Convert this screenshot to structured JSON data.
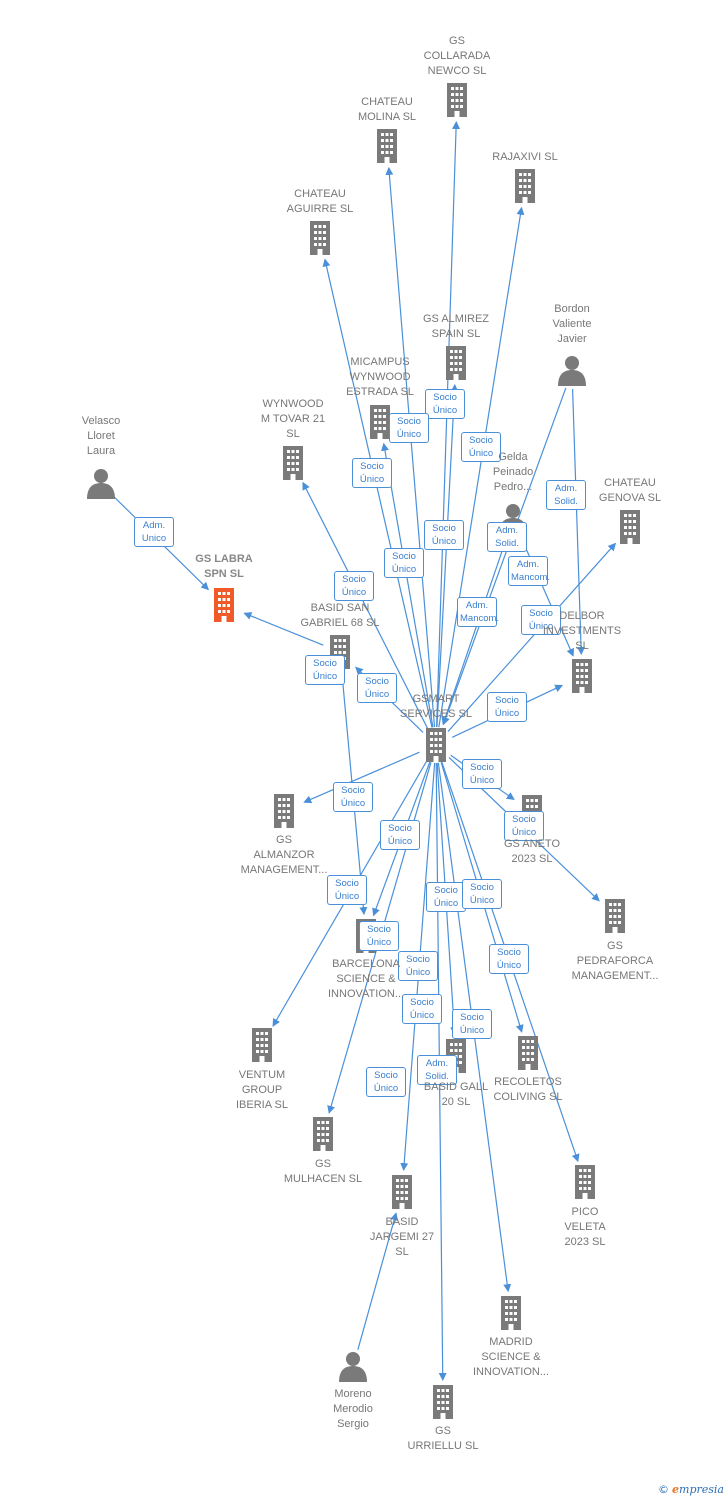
{
  "colors": {
    "edge": "#4a90d9",
    "node": "#7a7a7a",
    "focus": "#f05a28",
    "text": "#777777"
  },
  "nodes": [
    {
      "id": "collarada",
      "label": "GS\nCOLLARADA\nNEWCO  SL",
      "kind": "company"
    },
    {
      "id": "molina",
      "label": "CHATEAU\nMOLINA  SL",
      "kind": "company"
    },
    {
      "id": "rajaxivi",
      "label": "RAJAXIVI  SL",
      "kind": "company"
    },
    {
      "id": "aguirre",
      "label": "CHATEAU\nAGUIRRE  SL",
      "kind": "company"
    },
    {
      "id": "almirez",
      "label": "GS ALMIREZ\nSPAIN  SL",
      "kind": "company"
    },
    {
      "id": "bordon",
      "label": "Bordon\nValiente\nJavier",
      "kind": "person"
    },
    {
      "id": "micampus",
      "label": "MICAMPUS\nWYNWOOD\nESTRADA  SL",
      "kind": "company"
    },
    {
      "id": "wynwood",
      "label": "WYNWOOD\nM TOVAR 21\nSL",
      "kind": "company"
    },
    {
      "id": "velasco",
      "label": "Velasco\nLloret\nLaura",
      "kind": "person"
    },
    {
      "id": "gelda",
      "label": "Gelda\nPeinado\nPedro...",
      "kind": "person"
    },
    {
      "id": "chateaugenova",
      "label": "CHATEAU\nGENOVA  SL",
      "kind": "company"
    },
    {
      "id": "gslabra",
      "label": "GS LABRA\nSPN  SL",
      "kind": "focus"
    },
    {
      "id": "basidsan",
      "label": "BASID SAN\nGABRIEL 68  SL",
      "kind": "company"
    },
    {
      "id": "delbor",
      "label": "DELBOR\nINVESTMENTS\nSL",
      "kind": "company"
    },
    {
      "id": "gsmart",
      "label": "GSMART\nSERVICES  SL",
      "kind": "company"
    },
    {
      "id": "almanzor",
      "label": "GS\nALMANZOR\nMANAGEMENT...",
      "kind": "company"
    },
    {
      "id": "aneto",
      "label": "GS ANETO\n2023  SL",
      "kind": "company"
    },
    {
      "id": "pedraforca",
      "label": "GS\nPEDRAFORCA\nMANAGEMENT...",
      "kind": "company"
    },
    {
      "id": "barcelona",
      "label": "BARCELONA\nSCIENCE &\nINNOVATION...",
      "kind": "company"
    },
    {
      "id": "ventum",
      "label": "VENTUM\nGROUP\nIBERIA  SL",
      "kind": "company"
    },
    {
      "id": "basidgall",
      "label": "BASID GALL\n20  SL",
      "kind": "company"
    },
    {
      "id": "recoletos",
      "label": "RECOLETOS\nCOLIVING  SL",
      "kind": "company"
    },
    {
      "id": "mulhacen",
      "label": "GS\nMULHACEN  SL",
      "kind": "company"
    },
    {
      "id": "jargemi",
      "label": "BASID\nJARGEMI 27\nSL",
      "kind": "company"
    },
    {
      "id": "pico",
      "label": "PICO\nVELETA\n2023  SL",
      "kind": "company"
    },
    {
      "id": "madrid",
      "label": "MADRID\nSCIENCE &\nINNOVATION...",
      "kind": "company"
    },
    {
      "id": "moreno",
      "label": "Moreno\nMerodio\nSergio",
      "kind": "person"
    },
    {
      "id": "urriellu",
      "label": "GS\nURRIELLU  SL",
      "kind": "company"
    }
  ],
  "edges": [
    {
      "from": "gsmart",
      "to": "collarada",
      "label": "Socio\nÚnico"
    },
    {
      "from": "gsmart",
      "to": "molina",
      "label": "Socio\nÚnico"
    },
    {
      "from": "gsmart",
      "to": "rajaxivi",
      "label": "Socio\nÚnico"
    },
    {
      "from": "gsmart",
      "to": "aguirre",
      "label": "Socio\nÚnico"
    },
    {
      "from": "gsmart",
      "to": "almirez",
      "label": "Socio\nÚnico"
    },
    {
      "from": "gsmart",
      "to": "micampus",
      "label": "Socio\nÚnico"
    },
    {
      "from": "gsmart",
      "to": "wynwood",
      "label": "Socio\nÚnico"
    },
    {
      "from": "velasco",
      "to": "gslabra",
      "label": "Adm.\nUnico"
    },
    {
      "from": "gelda",
      "to": "gsmart",
      "label": "Adm.\nSolid."
    },
    {
      "from": "bordon",
      "to": "gsmart",
      "label": "Adm.\nSolid."
    },
    {
      "from": "bordon",
      "to": "delbor",
      "label": "Adm.\nMancom."
    },
    {
      "from": "gelda",
      "to": "delbor",
      "label": "Adm.\nMancom."
    },
    {
      "from": "gsmart",
      "to": "chateaugenova",
      "label": "Socio\nÚnico"
    },
    {
      "from": "basidsan",
      "to": "gslabra",
      "label": "Socio\nÚnico"
    },
    {
      "from": "gsmart",
      "to": "basidsan",
      "label": "Socio\nÚnico"
    },
    {
      "from": "gsmart",
      "to": "delbor",
      "label": "Socio\nÚnico"
    },
    {
      "from": "gsmart",
      "to": "almanzor",
      "label": "Socio\nÚnico"
    },
    {
      "from": "gsmart",
      "to": "aneto",
      "label": "Socio\nÚnico"
    },
    {
      "from": "gsmart",
      "to": "pedraforca",
      "label": "Socio\nÚnico"
    },
    {
      "from": "gsmart",
      "to": "barcelona",
      "label": "Socio\nÚnico"
    },
    {
      "from": "gsmart",
      "to": "ventum",
      "label": "Socio\nÚnico"
    },
    {
      "from": "gsmart",
      "to": "basidgall",
      "label": "Socio\nÚnico"
    },
    {
      "from": "gsmart",
      "to": "recoletos",
      "label": "Socio\nÚnico"
    },
    {
      "from": "gsmart",
      "to": "mulhacen",
      "label": "Socio\nÚnico"
    },
    {
      "from": "gsmart",
      "to": "jargemi",
      "label": "Socio\nÚnico"
    },
    {
      "from": "gsmart",
      "to": "pico",
      "label": "Socio\nÚnico"
    },
    {
      "from": "gsmart",
      "to": "madrid",
      "label": "Socio\nÚnico"
    },
    {
      "from": "gsmart",
      "to": "urriellu",
      "label": "Socio\nÚnico"
    },
    {
      "from": "moreno",
      "to": "jargemi",
      "label": "Adm.\nSolid."
    },
    {
      "from": "basidsan",
      "to": "barcelona",
      "label": "Socio\nÚnico"
    }
  ],
  "footer": {
    "copyright_symbol": "©",
    "brand_initial": "e",
    "brand_rest": "mpresia"
  }
}
